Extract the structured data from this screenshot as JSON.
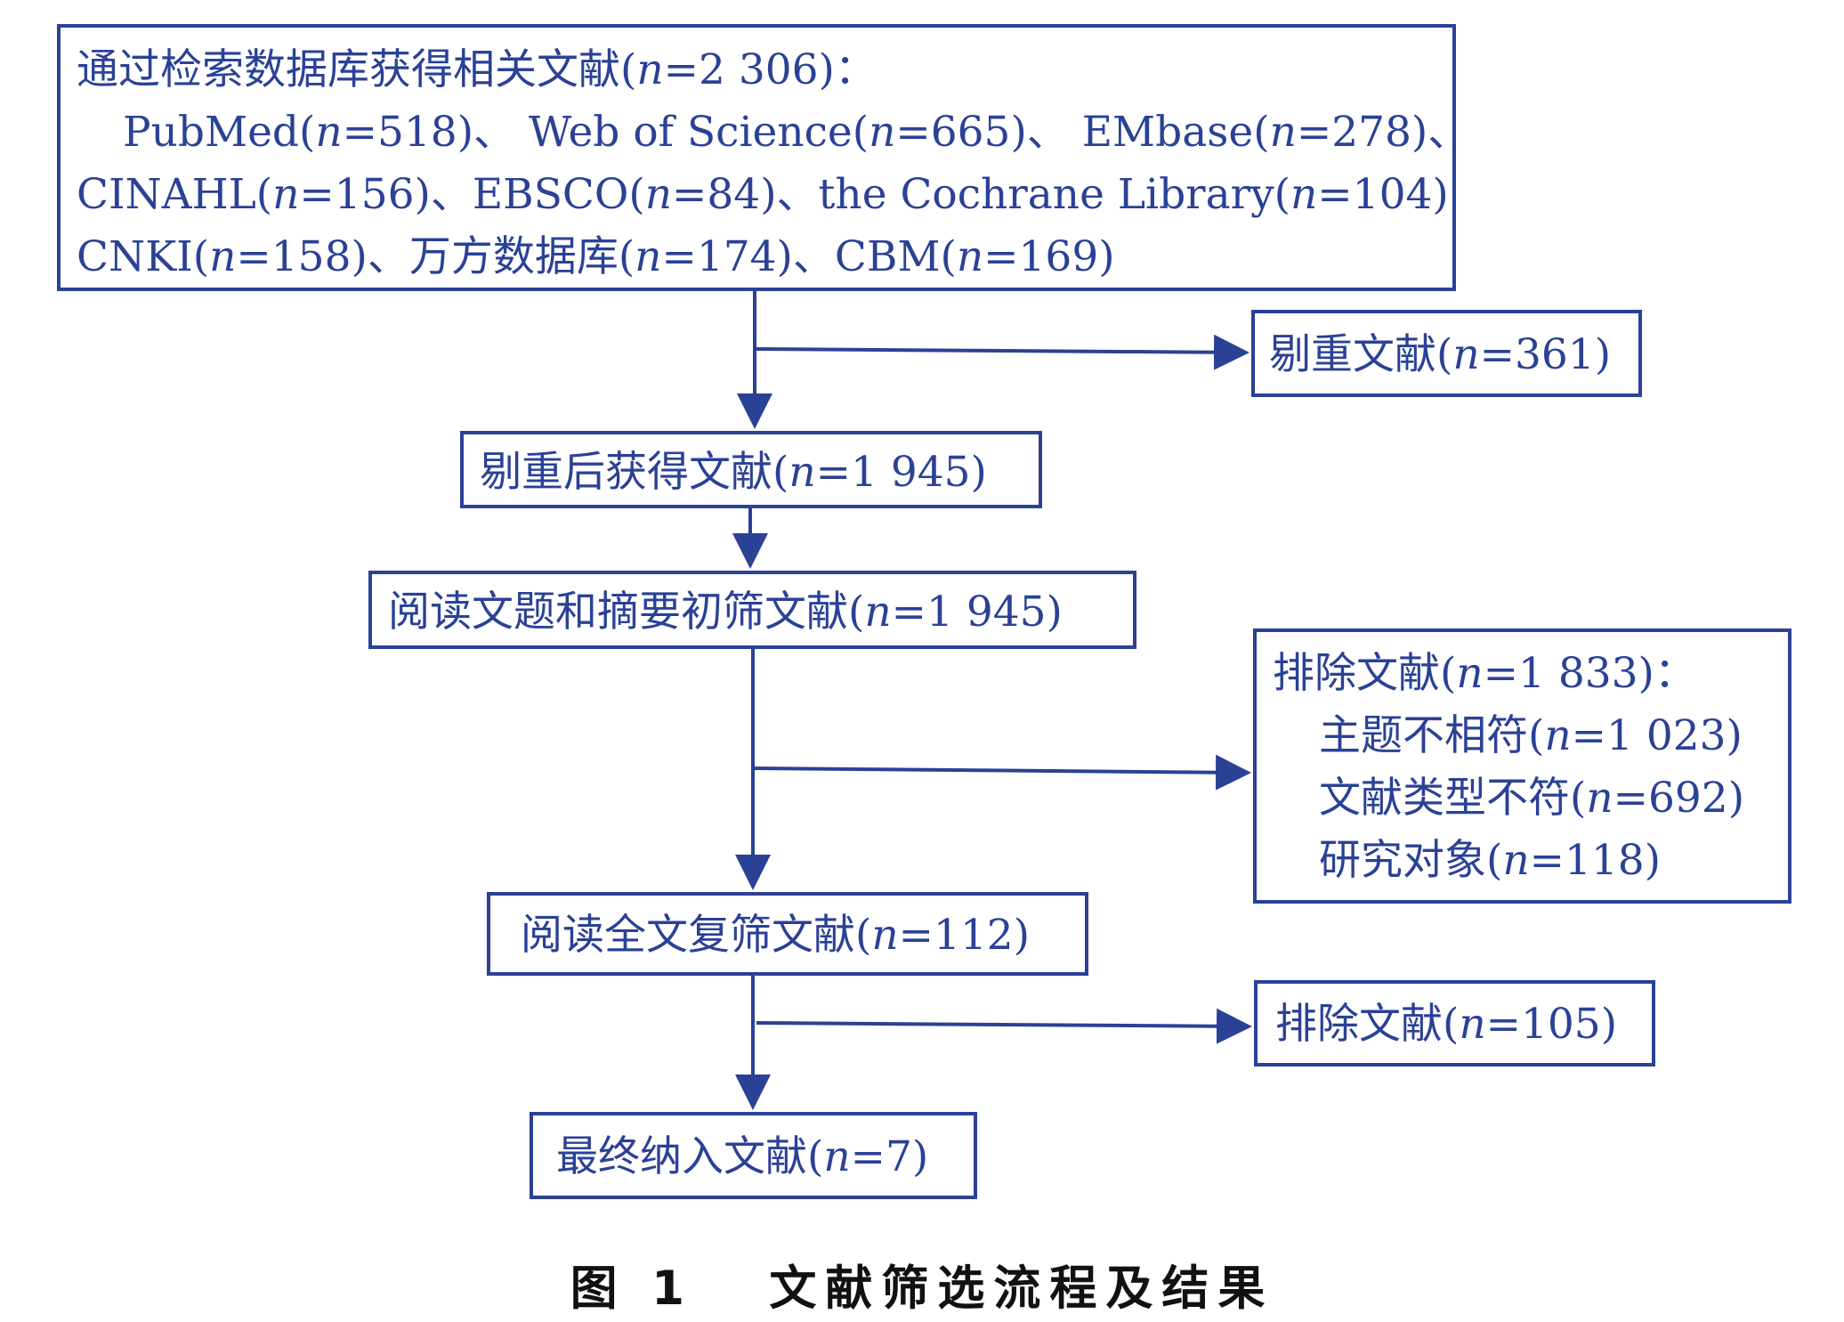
{
  "colors": {
    "accent": "#2a4196",
    "caption": "#111111"
  },
  "boxes": {
    "search": {
      "line1": {
        "before": "通过检索数据库获得相关文献(",
        "n": "n",
        "after": "=2 306)："
      },
      "line2": [
        {
          "before": "PubMed(",
          "n": "n",
          "after": "=518)、"
        },
        {
          "before": "Web of Science(",
          "n": "n",
          "after": "=665)、"
        },
        {
          "before": "EMbase(",
          "n": "n",
          "after": "=278)、"
        }
      ],
      "line3": [
        {
          "before": "CINAHL(",
          "n": "n",
          "after": "=156)、"
        },
        {
          "before": "EBSCO(",
          "n": "n",
          "after": "=84)、"
        },
        {
          "before": "the Cochrane Library(",
          "n": "n",
          "after": "=104)"
        }
      ],
      "line4": [
        {
          "before": "CNKI(",
          "n": "n",
          "after": "=158)、"
        },
        {
          "before": "万方数据库(",
          "n": "n",
          "after": "=174)、"
        },
        {
          "before": "CBM(",
          "n": "n",
          "after": "=169)"
        }
      ]
    },
    "duplicates": {
      "before": "剔重文献(",
      "n": "n",
      "after": "=361)"
    },
    "after_dedup": {
      "before": "剔重后获得文献(",
      "n": "n",
      "after": "=1 945)"
    },
    "title_abstract": {
      "before": "阅读文题和摘要初筛文献(",
      "n": "n",
      "after": "=1 945)"
    },
    "excluded1": {
      "head": {
        "before": "排除文献(",
        "n": "n",
        "after": "=1 833)："
      },
      "items": [
        {
          "before": "主题不相符(",
          "n": "n",
          "after": "=1 023)"
        },
        {
          "before": "文献类型不符(",
          "n": "n",
          "after": "=692)"
        },
        {
          "before": "研究对象(",
          "n": "n",
          "after": "=118)"
        }
      ]
    },
    "full_text": {
      "before": "阅读全文复筛文献(",
      "n": "n",
      "after": "=112)"
    },
    "excluded2": {
      "before": "排除文献(",
      "n": "n",
      "after": "=105)"
    },
    "final": {
      "before": "最终纳入文献(",
      "n": "n",
      "after": "=7)"
    }
  },
  "caption": "图 1   文献筛选流程及结果"
}
